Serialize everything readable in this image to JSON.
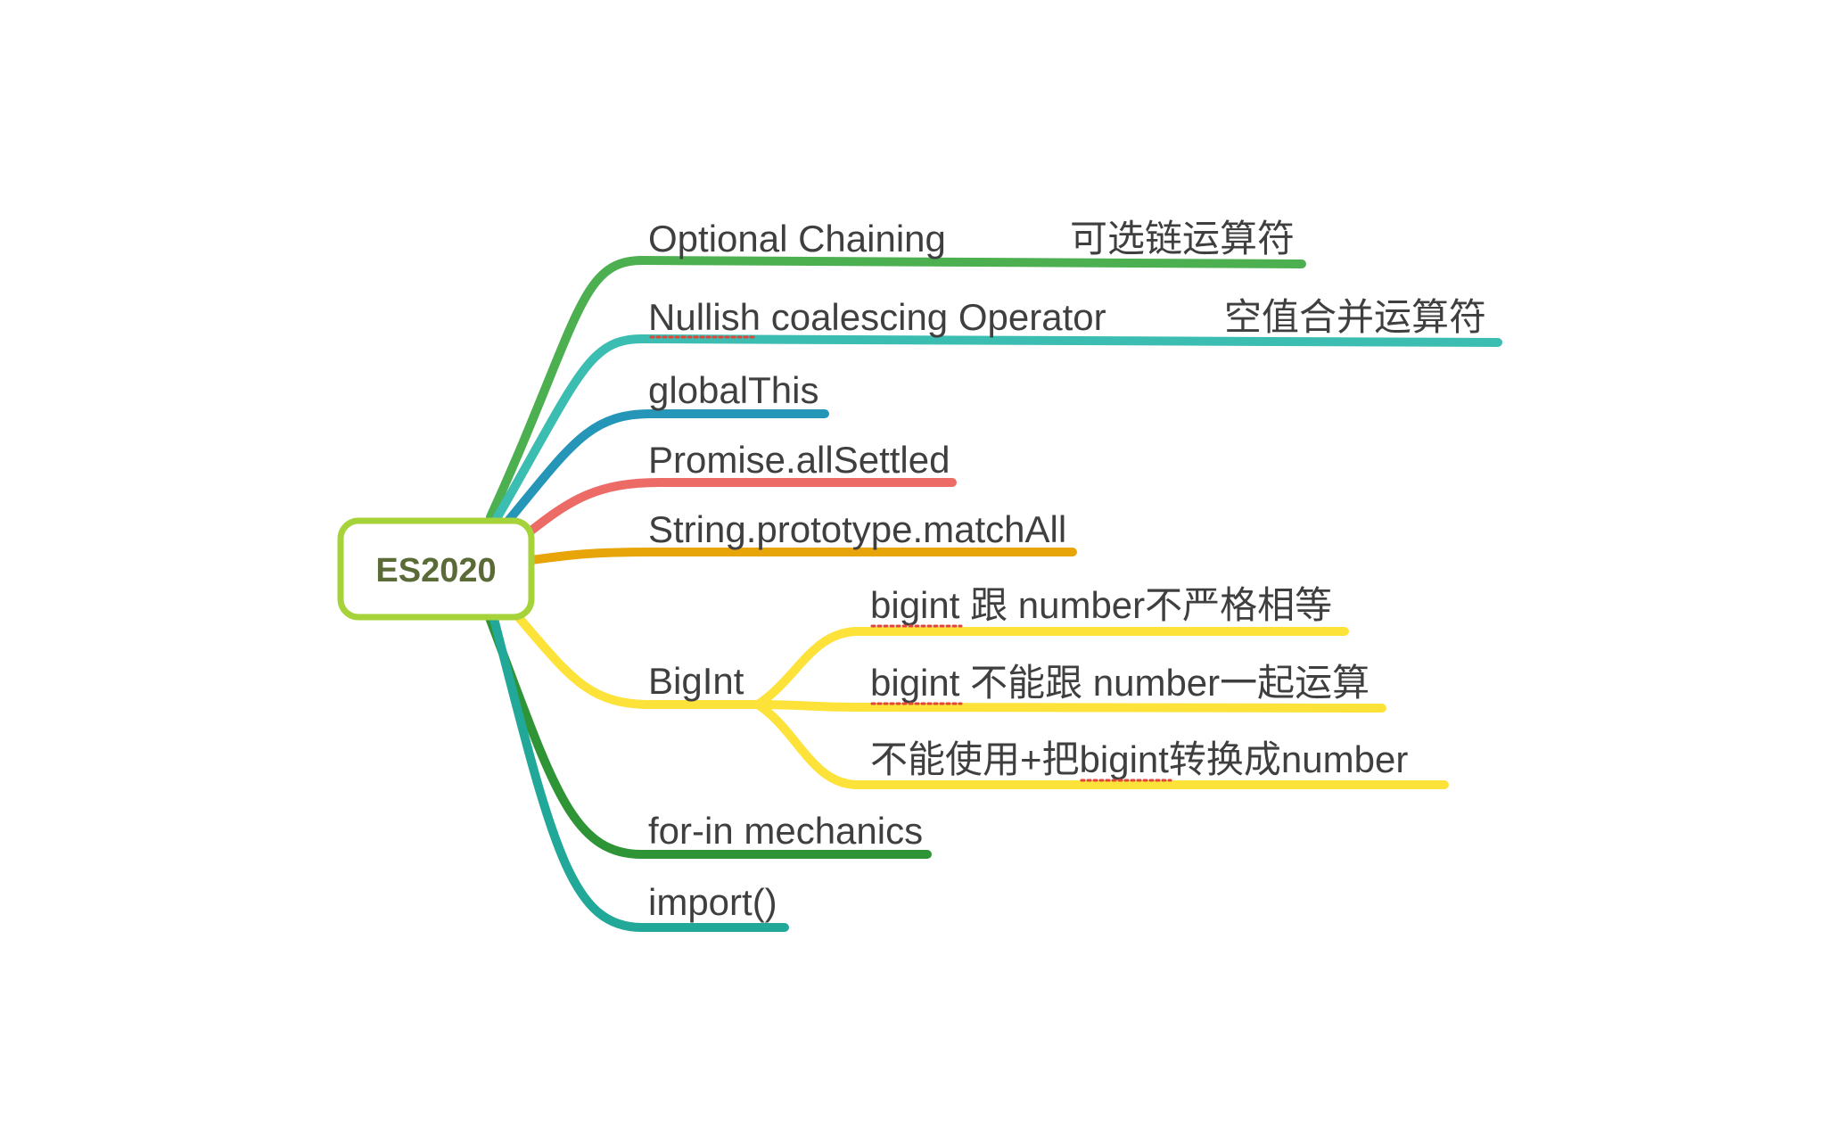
{
  "root": {
    "label": "ES2020",
    "border_color": "#a6d33a",
    "text_color": "#5a6b38"
  },
  "branches": [
    {
      "id": "optional-chaining",
      "label": "Optional Chaining",
      "note": "可选链运算符",
      "color": "#4caf50"
    },
    {
      "id": "nullish-coalescing",
      "label": "Nullish coalescing Operator",
      "note": "空值合并运算符",
      "color": "#3bbdb2"
    },
    {
      "id": "globalthis",
      "label": "globalThis",
      "color": "#2596b8"
    },
    {
      "id": "promise-allsettled",
      "label": "Promise.allSettled",
      "color": "#ec6b66"
    },
    {
      "id": "string-matchall",
      "label": "String.prototype.matchAll",
      "color": "#e8a50a"
    },
    {
      "id": "bigint",
      "label": "BigInt",
      "color": "#fde23a",
      "children": [
        {
          "label": "bigint 跟 number不严格相等"
        },
        {
          "label": "bigint 不能跟 number一起运算"
        },
        {
          "label": "不能使用+把bigint转换成number"
        }
      ]
    },
    {
      "id": "for-in-mechanics",
      "label": "for-in mechanics",
      "color": "#2e9436"
    },
    {
      "id": "import",
      "label": "import()",
      "color": "#21a898"
    }
  ]
}
